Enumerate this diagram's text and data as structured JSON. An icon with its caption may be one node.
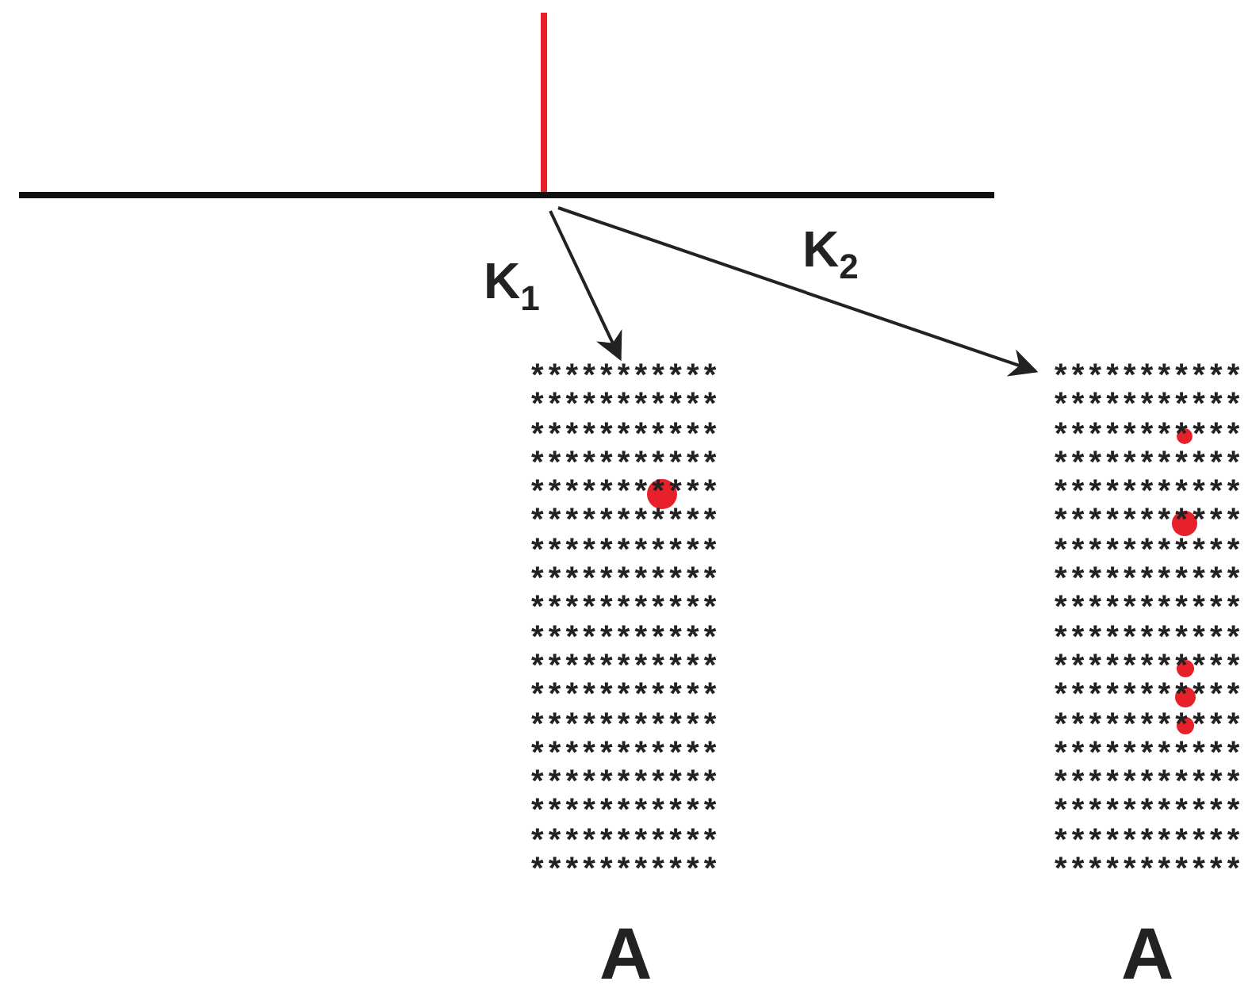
{
  "diagram": {
    "nodes": [
      {
        "text": [
          "*********** *********** *********** *********** *********** *********** *********** *********** *********** *********** *********** *********** *********** *********** *********** *********** *********** ***********",
          "A"
        ]
      },
      {
        "text": [
          "*********** *********** *********** *********** *********** *********** *********** *********** *********** *********** *********** *********** *********** *********** *********** *********** *********** ***********",
          "A"
        ]
      }
    ],
    "edges": [
      {
        "from": null,
        "to": 0,
        "arrow": "to",
        "label": "K$_{1}$"
      },
      {
        "from": null,
        "to": 1,
        "arrow": "to",
        "label": "K$_{2}$"
      }
    ]
  }
}
